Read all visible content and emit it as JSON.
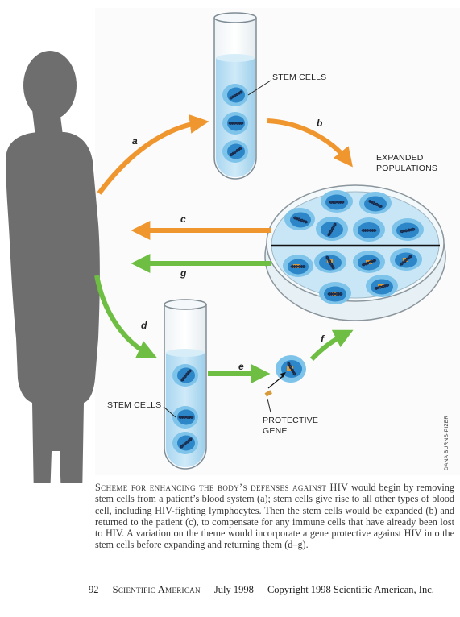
{
  "labels": {
    "stem_cells_top": "STEM CELLS",
    "stem_cells_bottom": "STEM CELLS",
    "expanded_populations_line1": "EXPANDED",
    "expanded_populations_line2": "POPULATIONS",
    "protective_gene_line1": "PROTECTIVE",
    "protective_gene_line2": "GENE",
    "credit": "DANA BURNS-PIZER"
  },
  "steps": {
    "a": "a",
    "b": "b",
    "c": "c",
    "d": "d",
    "e": "e",
    "f": "f",
    "g": "g"
  },
  "caption": {
    "heading": "Scheme for enhancing the body’s defenses against HIV",
    "body": "would begin by removing stem cells from a patient’s blood system (a); stem cells give rise to all other types of blood cell, including HIV-fighting lymphocytes. Then the stem cells would be expanded (b) and returned to the patient (c), to compensate for any immune cells that have already been lost to HIV. A variation on the theme would incorporate a gene protective against HIV into the stem cells before expanding and returning them (d–g)."
  },
  "footer": {
    "page_number": "92",
    "magazine": "Scientific American",
    "date": "July 1998",
    "copyright": "Copyright 1998 Scientific American, Inc."
  },
  "colors": {
    "orange_arrow": "#f0962e",
    "green_arrow": "#6fbe44",
    "silhouette": "#6e6e6e",
    "cell_fill": "#2d86c8",
    "cell_outer": "#7ec3ea",
    "fluid": "#bfe1f4",
    "gene": "#d99a3a"
  }
}
